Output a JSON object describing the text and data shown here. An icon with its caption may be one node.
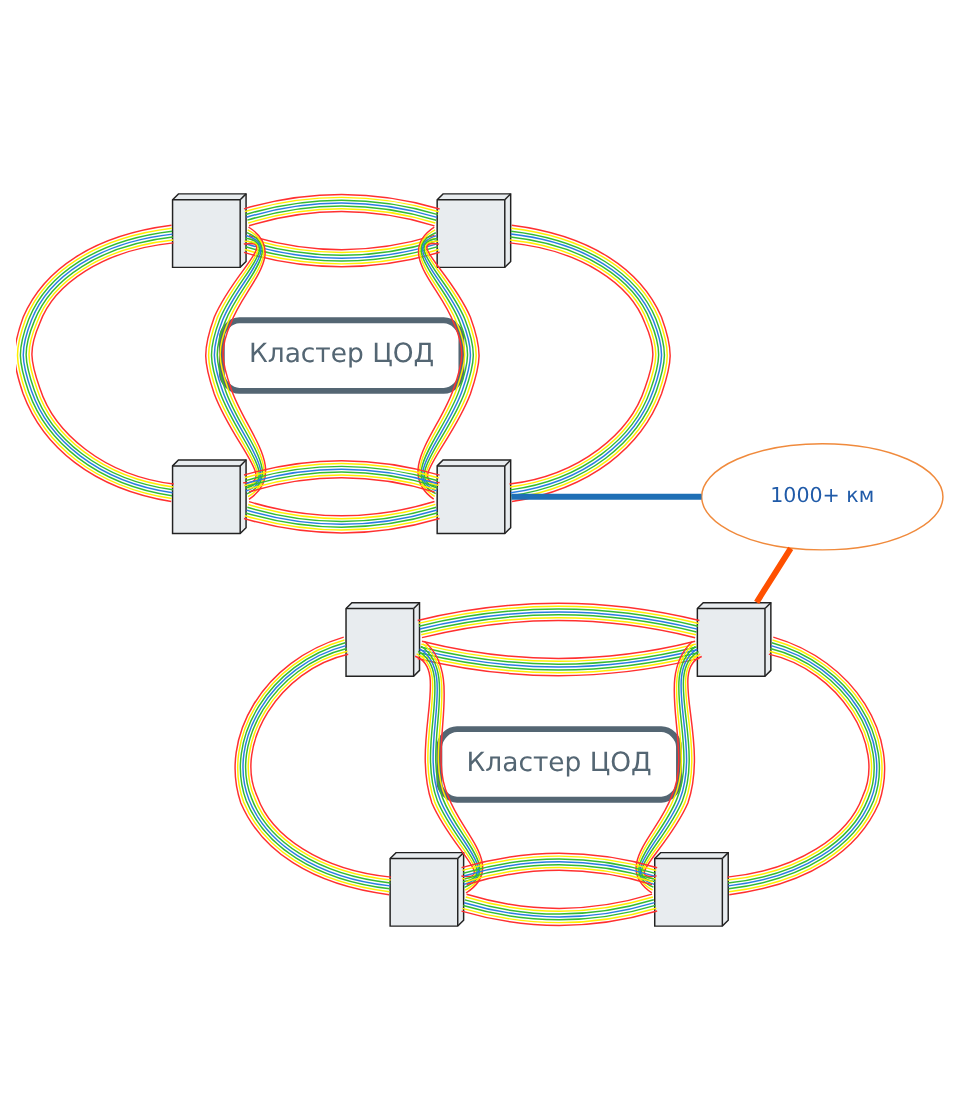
{
  "diagram": {
    "nodes": [
      {
        "text": [
          "Кластер ЦОД"
        ]
      },
      {
        "text": [],
        "shape": "server"
      },
      {
        "text": [],
        "shape": "server"
      },
      {
        "text": [],
        "shape": "server"
      },
      {
        "text": [],
        "shape": "server"
      },
      {
        "text": [
          "1000+ км"
        ]
      },
      {
        "text": [
          "Кластер ЦОД"
        ]
      },
      {
        "text": [],
        "shape": "server"
      },
      {
        "text": [],
        "shape": "server"
      },
      {
        "text": [],
        "shape": "server"
      },
      {
        "text": [],
        "shape": "server"
      }
    ],
    "edges": [
      {
        "from": 1,
        "to": 2,
        "arrow": "none"
      },
      {
        "from": 1,
        "to": 2,
        "arrow": "none"
      },
      {
        "from": 1,
        "to": 3,
        "arrow": "none"
      },
      {
        "from": 1,
        "to": 3,
        "arrow": "none"
      },
      {
        "from": 2,
        "to": 4,
        "arrow": "none"
      },
      {
        "from": 2,
        "to": 4,
        "arrow": "none"
      },
      {
        "from": 3,
        "to": 4,
        "arrow": "none"
      },
      {
        "from": 3,
        "to": 4,
        "arrow": "none"
      },
      {
        "from": 4,
        "to": 5,
        "arrow": "none",
        "style": "thick",
        "color": "#1f6fb5"
      },
      {
        "from": 5,
        "to": 8,
        "arrow": "none",
        "style": "thick",
        "color": "#ff5000"
      },
      {
        "from": 7,
        "to": 8,
        "arrow": "none"
      },
      {
        "from": 7,
        "to": 8,
        "arrow": "none"
      },
      {
        "from": 7,
        "to": 9,
        "arrow": "none"
      },
      {
        "from": 7,
        "to": 9,
        "arrow": "none"
      },
      {
        "from": 8,
        "to": 10,
        "arrow": "none"
      },
      {
        "from": 8,
        "to": 10,
        "arrow": "none"
      },
      {
        "from": 9,
        "to": 10,
        "arrow": "none"
      },
      {
        "from": 9,
        "to": 10,
        "arrow": "none"
      }
    ]
  }
}
